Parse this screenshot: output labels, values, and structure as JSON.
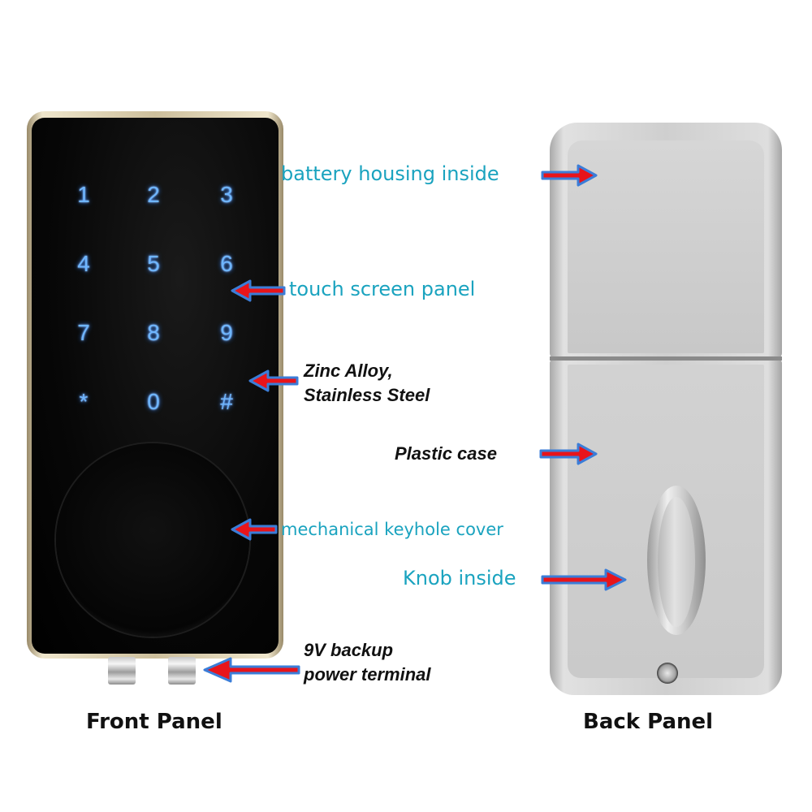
{
  "front_panel": {
    "caption": "Front Panel",
    "keypad": [
      {
        "label": "1"
      },
      {
        "label": "2"
      },
      {
        "label": "3"
      },
      {
        "label": "4"
      },
      {
        "label": "5"
      },
      {
        "label": "6"
      },
      {
        "label": "7"
      },
      {
        "label": "8"
      },
      {
        "label": "9"
      },
      {
        "label": "*"
      },
      {
        "label": "0"
      },
      {
        "label": "#"
      }
    ],
    "keypad_color": "#6fb6ff"
  },
  "back_panel": {
    "caption": "Back Panel"
  },
  "annotations": {
    "battery_housing": "battery housing inside",
    "touch_screen": "touch screen panel",
    "material_line1": "Zinc Alloy,",
    "material_line2": "Stainless Steel",
    "plastic_case": "Plastic case",
    "keyhole_cover": "mechanical keyhole cover",
    "knob_inside": "Knob inside",
    "terminal_line1": "9V backup",
    "terminal_line2": "power terminal"
  },
  "colors": {
    "arrow_fill": "#e8141a",
    "arrow_outline": "#3b7dd8",
    "teal_label": "#1aa3bf"
  }
}
